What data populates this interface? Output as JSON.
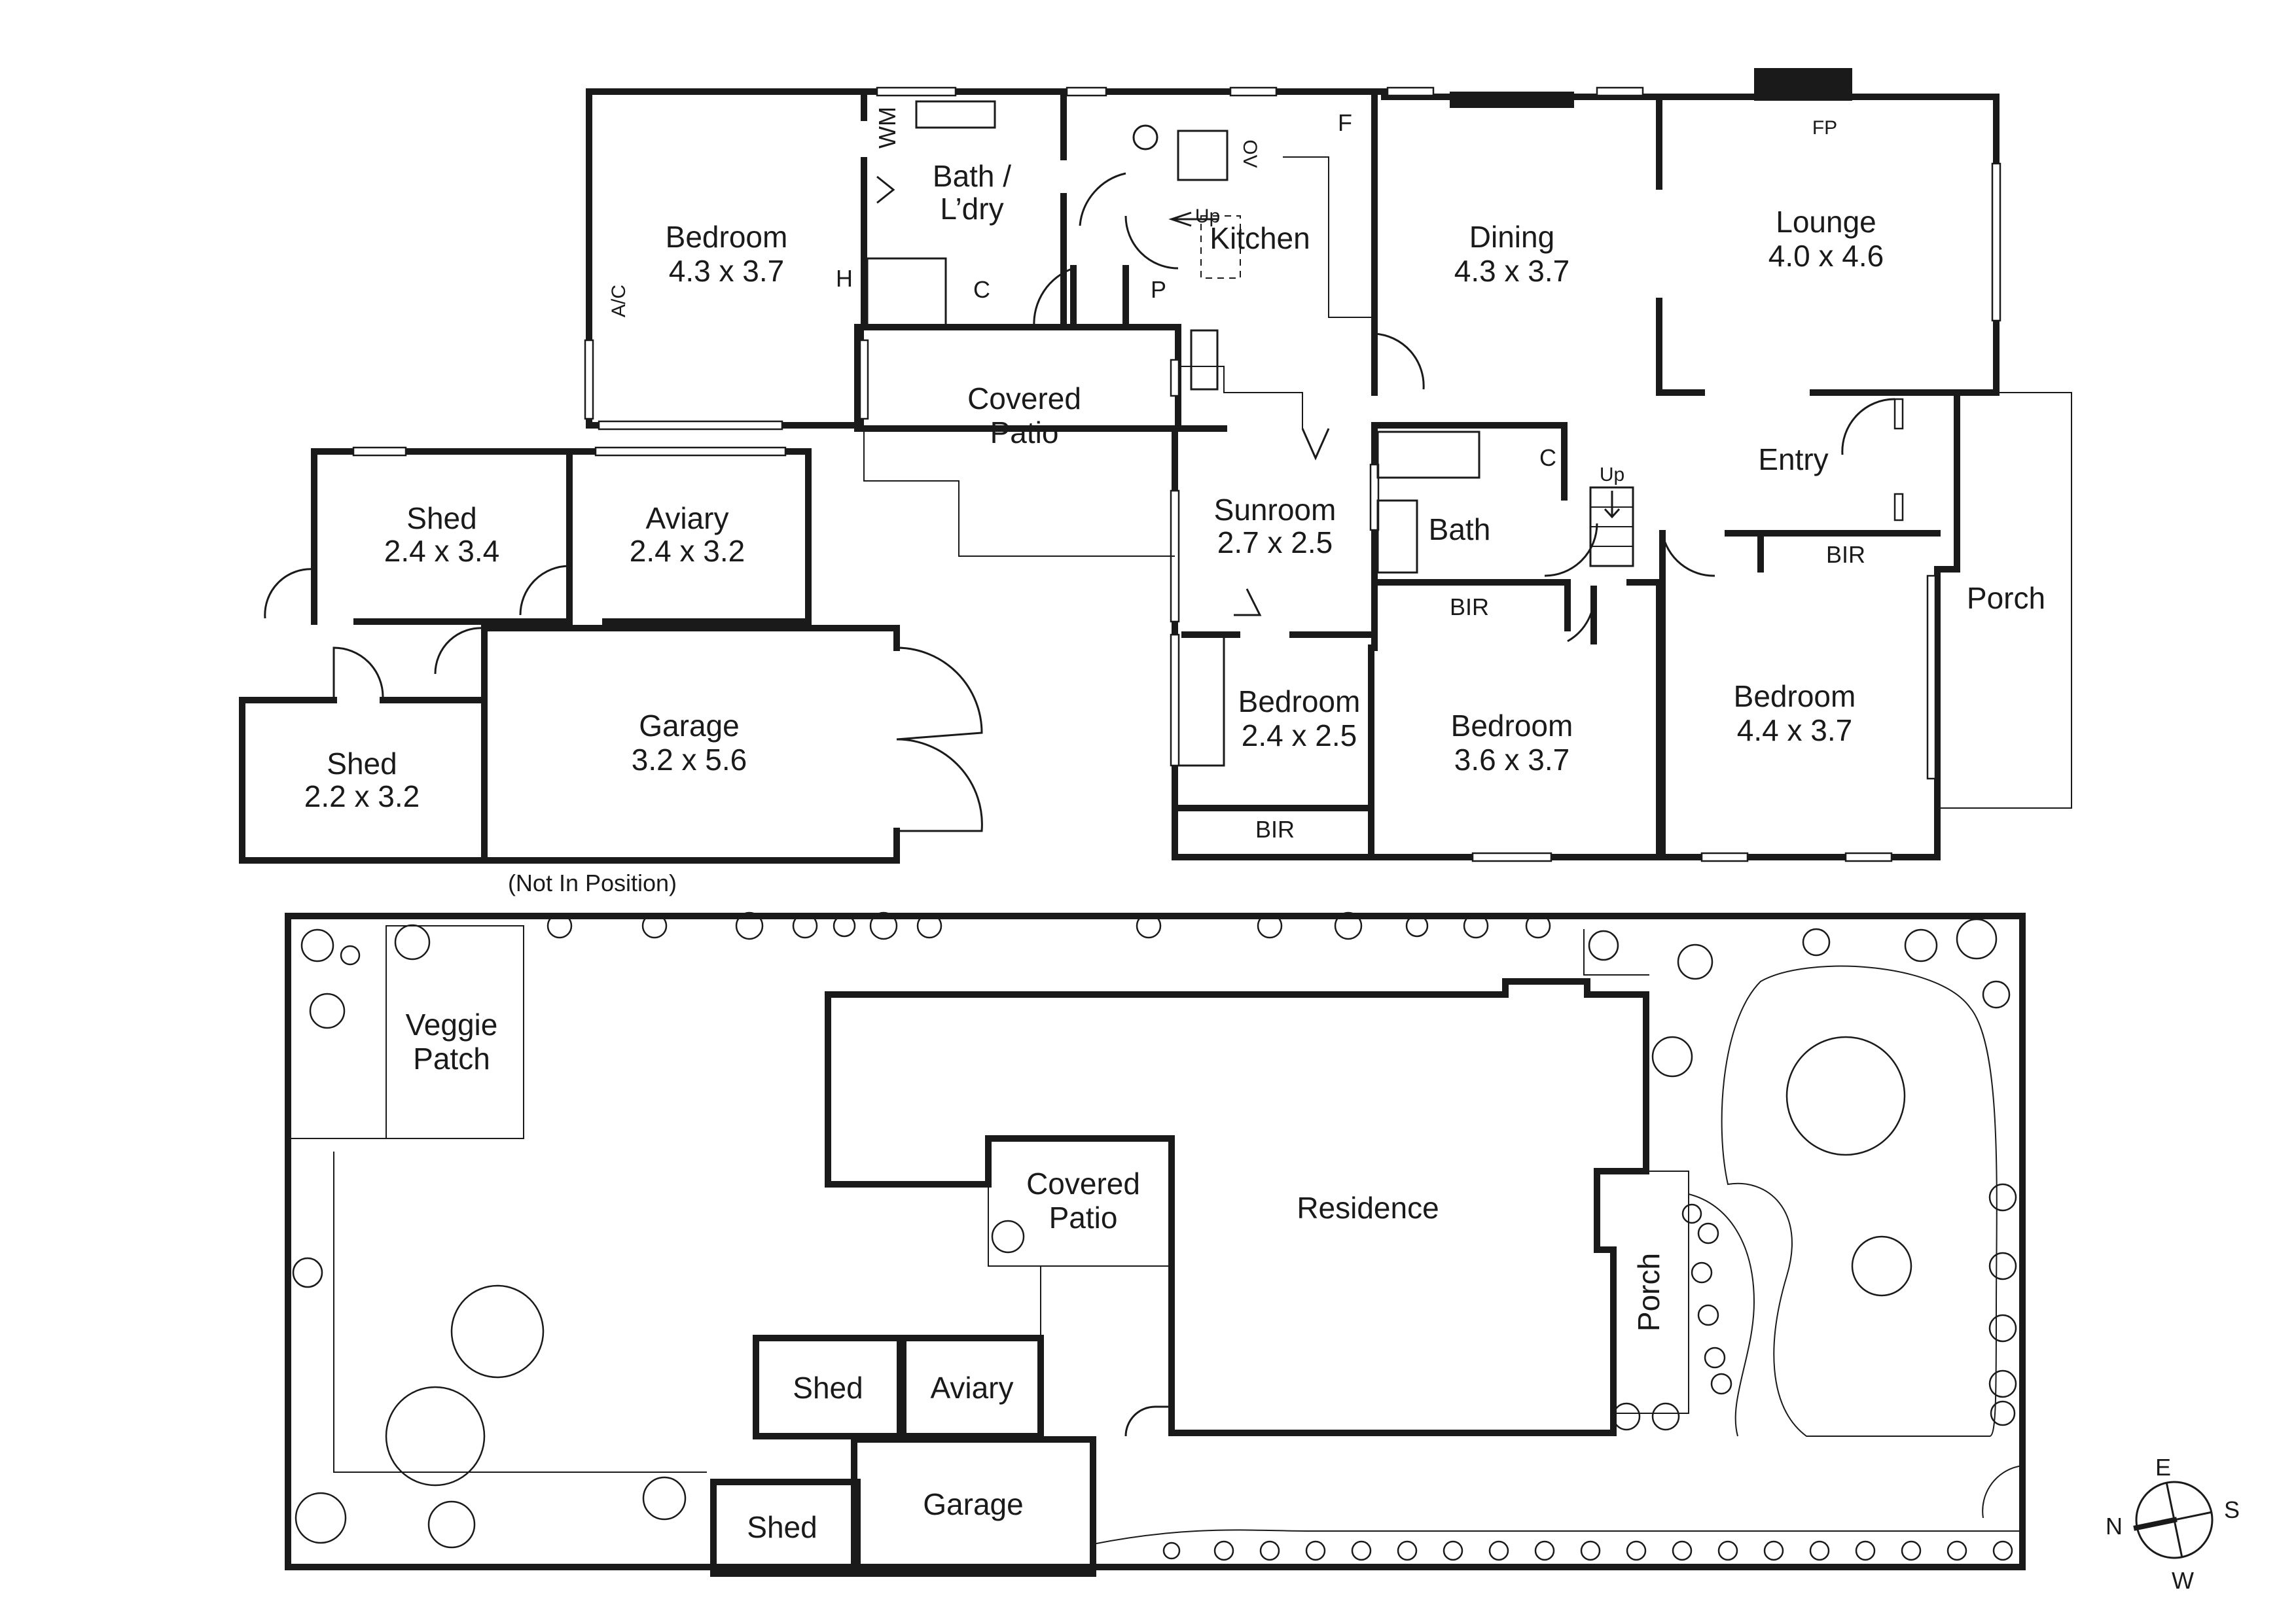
{
  "floor_plan": {
    "rooms": [
      {
        "id": "bedroom-1",
        "name": "Bedroom",
        "size": "4.3 x 3.7"
      },
      {
        "id": "bath-laundry",
        "name": "Bath /",
        "name2": "L’dry"
      },
      {
        "id": "kitchen",
        "name": "Kitchen"
      },
      {
        "id": "dining",
        "name": "Dining",
        "size": "4.3 x 3.7"
      },
      {
        "id": "lounge",
        "name": "Lounge",
        "size": "4.0 x 4.6"
      },
      {
        "id": "covered-patio",
        "name": "Covered",
        "name2": "Patio"
      },
      {
        "id": "entry",
        "name": "Entry"
      },
      {
        "id": "sunroom",
        "name": "Sunroom",
        "size": "2.7 x 2.5"
      },
      {
        "id": "bath",
        "name": "Bath"
      },
      {
        "id": "porch",
        "name": "Porch"
      },
      {
        "id": "shed-1",
        "name": "Shed",
        "size": "2.4 x 3.4"
      },
      {
        "id": "aviary",
        "name": "Aviary",
        "size": "2.4 x 3.2"
      },
      {
        "id": "shed-2",
        "name": "Shed",
        "size": "2.2 x 3.2"
      },
      {
        "id": "garage",
        "name": "Garage",
        "size": "3.2 x 5.6"
      },
      {
        "id": "bedroom-2",
        "name": "Bedroom",
        "size": "2.4 x 2.5"
      },
      {
        "id": "bedroom-3",
        "name": "Bedroom",
        "size": "3.6 x 3.7"
      },
      {
        "id": "bedroom-4",
        "name": "Bedroom",
        "size": "4.4 x 3.7"
      }
    ],
    "fixtures": {
      "wm": "WM",
      "ac": "A/C",
      "h": "H",
      "c": "C",
      "p": "P",
      "f": "F",
      "ov": "OV",
      "fp": "FP",
      "up": "Up",
      "bir": "BIR"
    },
    "notes": {
      "not_in_position": "(Not In Position)"
    }
  },
  "site_plan": {
    "labels": {
      "veggie_patch_1": "Veggie",
      "veggie_patch_2": "Patch",
      "covered_patio_1": "Covered",
      "covered_patio_2": "Patio",
      "residence": "Residence",
      "porch": "Porch",
      "shed": "Shed",
      "aviary": "Aviary",
      "garage": "Garage"
    }
  },
  "compass": {
    "e": "E",
    "s": "S",
    "w": "W",
    "n": "N"
  }
}
